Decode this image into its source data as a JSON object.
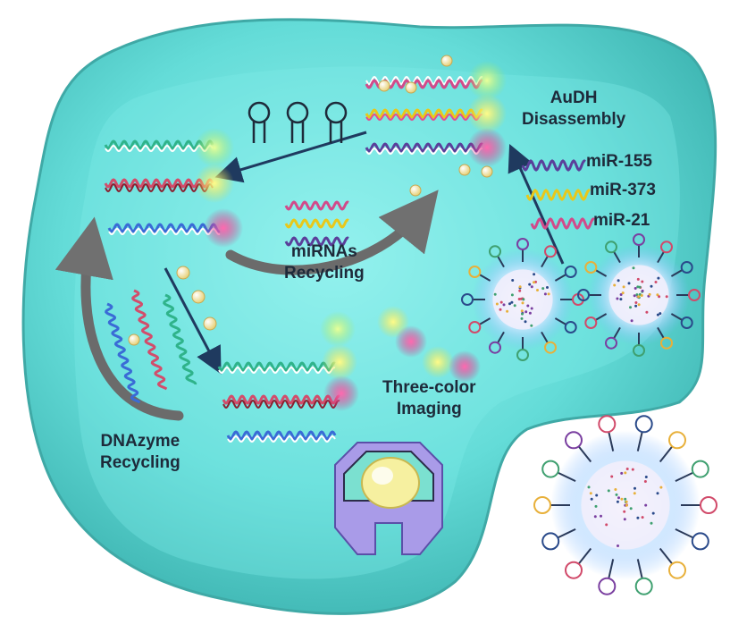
{
  "labels": {
    "audh": [
      "AuDH",
      "Disassembly"
    ],
    "mirnas_recycling": [
      "miRNAs",
      "Recycling"
    ],
    "three_color": [
      "Three-color",
      "Imaging"
    ],
    "dnazyme": [
      "DNAzyme",
      "Recycling"
    ]
  },
  "mirna_labels": [
    "miR-155",
    "miR-373",
    "miR-21"
  ],
  "colors": {
    "cell_fill": "#5fd9d6",
    "cell_edge": "#3fb8b6",
    "cell_inner": "#8ff0ec",
    "arrow_dark": "#1f3a5f",
    "arrow_gray": "#6b6b6b",
    "mir155": "#5a3f9a",
    "mir373": "#e8c81a",
    "mir21": "#d14a8a",
    "strand_pink": "#d24d6b",
    "strand_green": "#2fb38a",
    "strand_blue": "#3a6bd6",
    "glow_green": "#b8f07a",
    "glow_yellow": "#f2f06a",
    "glow_magenta": "#e0308a",
    "nucleus": "#9b8fe0"
  }
}
